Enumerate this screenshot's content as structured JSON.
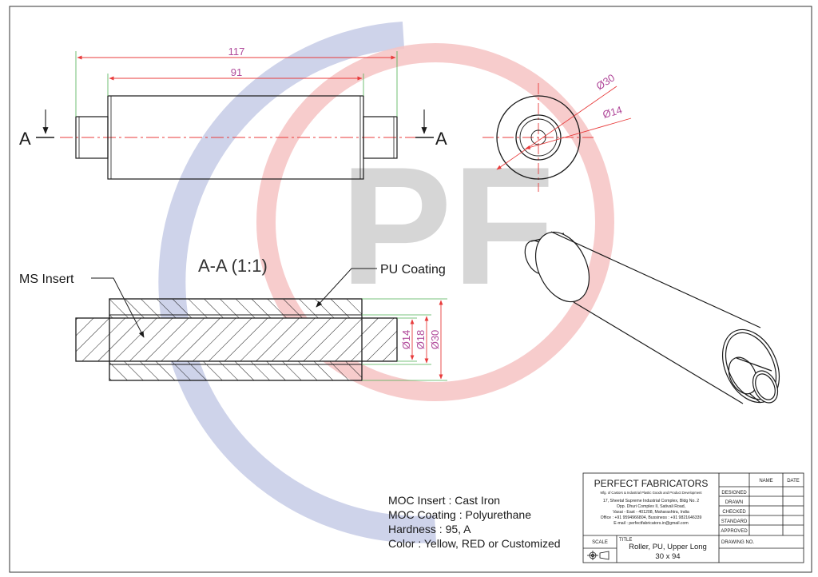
{
  "dimensions": {
    "overall_length": "117",
    "body_length": "91",
    "outer_diameter": "Ø30",
    "inner_diameter": "Ø14",
    "sec_d14": "Ø14",
    "sec_d18": "Ø18",
    "sec_d30": "Ø30"
  },
  "section": {
    "marker_left": "A",
    "marker_right": "A",
    "title": "A-A (1:1)"
  },
  "callouts": {
    "ms_insert": "MS Insert",
    "pu_coating": "PU Coating"
  },
  "watermark": {
    "letters": "PF"
  },
  "notes": {
    "line1": "MOC Insert : Cast Iron",
    "line2": "MOC Coating : Polyurethane",
    "line3": "Hardness : 95, A",
    "line4": "Color : Yellow, RED or Customized"
  },
  "title_block": {
    "company": "PERFECT FABRICATORS",
    "tagline": "Mfg. of Castors & Industrial Plastic Goods and Product Development",
    "address1": "17, Sheetal Supreme Industrial Complex, Bldg No. 2",
    "address2": "Opp. Dhuri Complex II, Sativali Road,",
    "address3": "Vasai - East - 401208, Maharashtra, India",
    "phones": "Office : +91 9594966804, Bussiness : +91 9821646339",
    "email": "E-mail : perfectfabricators.in@gmail.com",
    "col_name": "NAME",
    "col_date": "DATE",
    "row_designed": "DESIGNED",
    "row_drawn": "DRAWN",
    "row_checked": "CHECKED",
    "row_standard": "STANDARD",
    "row_approved": "APPROVED",
    "scale_label": "SCALE",
    "title_label": "TITLE",
    "title_line1": "Roller, PU, Upper Long",
    "title_line2": "30 x 94",
    "drawing_no_label": "DRAWING NO."
  },
  "colors": {
    "dimension": "#e83b3b",
    "dimension_text": "#b0499a",
    "extension": "#4caf50",
    "outline": "#1a1a1a",
    "watermark_blue": "#c5cbe6",
    "watermark_red": "#f6c3c3",
    "watermark_grey": "#d2d2d2"
  }
}
